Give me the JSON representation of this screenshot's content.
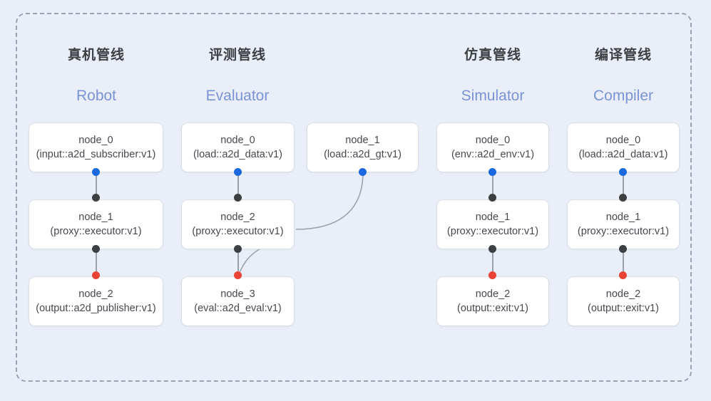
{
  "panel": {
    "border_color": "#9aa3b2",
    "background": "#e9eef9"
  },
  "palette": {
    "dot_blue": "#1a68e0",
    "dot_dark": "#3c4043",
    "dot_red": "#ea4335",
    "subtitle_blue": "#7b93d4",
    "title_gray": "#3c4043",
    "edge_gray": "#9aa0aa"
  },
  "columns": [
    {
      "title": "真机管线",
      "subtitle": "Robot",
      "nodes": [
        {
          "name": "node_0",
          "type": "(input::a2d_subscriber:v1)"
        },
        {
          "name": "node_1",
          "type": "(proxy::executor:v1)"
        },
        {
          "name": "node_2",
          "type": "(output::a2d_publisher:v1)"
        }
      ]
    },
    {
      "title": "评测管线",
      "subtitle": "Evaluator",
      "nodes": [
        {
          "name": "node_0",
          "type": "(load::a2d_data:v1)"
        },
        {
          "name": "node_2",
          "type": "(proxy::executor:v1)"
        },
        {
          "name": "node_3",
          "type": "(eval::a2d_eval:v1)"
        },
        {
          "name": "node_1",
          "type": "(load::a2d_gt:v1)"
        }
      ]
    },
    {
      "title": "仿真管线",
      "subtitle": "Simulator",
      "nodes": [
        {
          "name": "node_0",
          "type": "(env::a2d_env:v1)"
        },
        {
          "name": "node_1",
          "type": "(proxy::executor:v1)"
        },
        {
          "name": "node_2",
          "type": "(output::exit:v1)"
        }
      ]
    },
    {
      "title": "编译管线",
      "subtitle": "Compiler",
      "nodes": [
        {
          "name": "node_0",
          "type": "(load::a2d_data:v1)"
        },
        {
          "name": "node_1",
          "type": "(proxy::executor:v1)"
        },
        {
          "name": "node_2",
          "type": "(output::exit:v1)"
        }
      ]
    }
  ]
}
